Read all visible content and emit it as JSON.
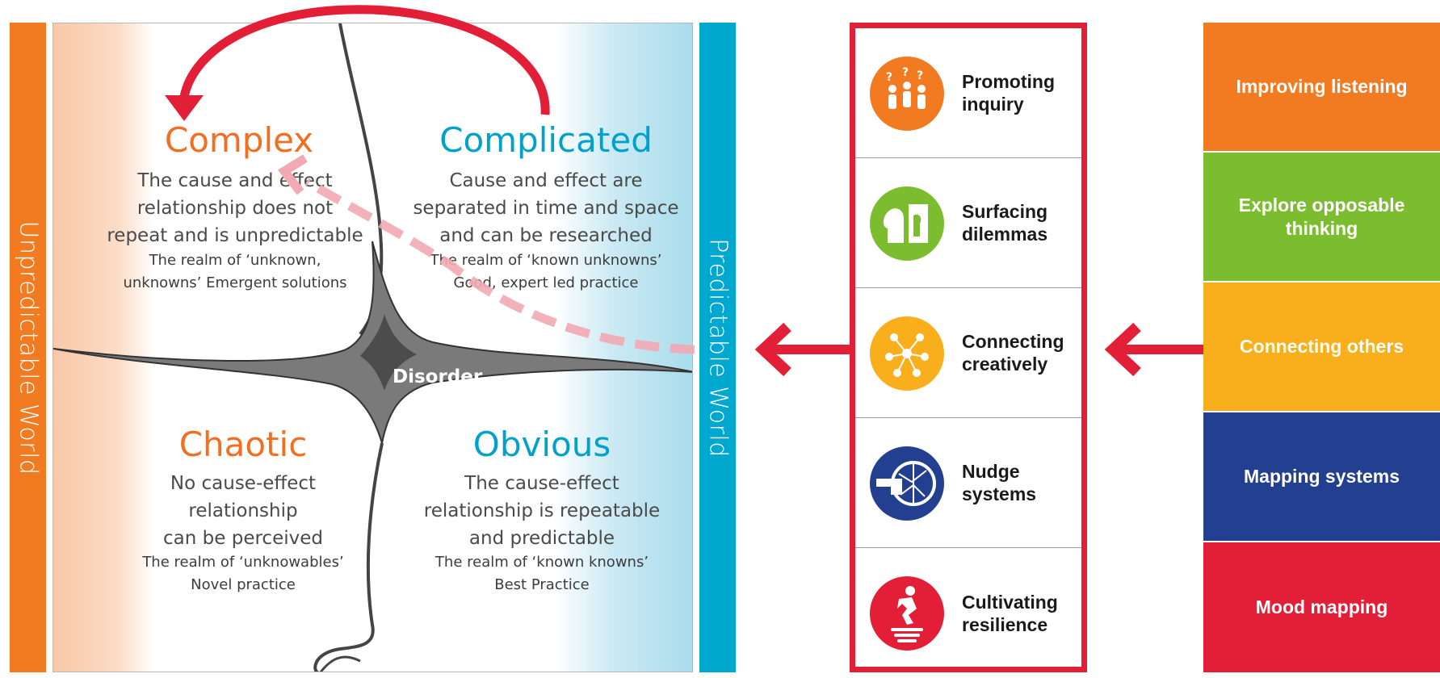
{
  "left_bar": {
    "label": "Unpredictable World",
    "color": "#f27b21"
  },
  "right_bar": {
    "label": "Predictable World",
    "color": "#00a7cf"
  },
  "center": {
    "label": "Disorder"
  },
  "quadrants": {
    "complex": {
      "title": "Complex",
      "body": [
        "The cause and effect",
        "relationship does not",
        "repeat and is unpredictable"
      ],
      "notes": [
        "The realm of ‘unknown,",
        "unknowns’ Emergent solutions"
      ]
    },
    "complicated": {
      "title": "Complicated",
      "body": [
        "Cause and effect are",
        "separated in time and space",
        "and can be researched"
      ],
      "notes": [
        "The realm of ‘known unknowns’",
        "Good, expert led practice"
      ]
    },
    "chaotic": {
      "title": "Chaotic",
      "body": [
        "No cause-effect",
        "relationship",
        "can be perceived"
      ],
      "notes": [
        "The realm of ‘unknowables’",
        "Novel practice"
      ]
    },
    "obvious": {
      "title": "Obvious",
      "body": [
        "The cause-effect",
        "relationship is repeatable",
        "and predictable"
      ],
      "notes": [
        "The realm of ‘known knowns’",
        "Best Practice"
      ]
    }
  },
  "techniques": [
    {
      "line1": "Promoting",
      "line2": "inquiry",
      "icon": "people-questions-icon",
      "color": "#f27b21"
    },
    {
      "line1": "Surfacing",
      "line2": "dilemmas",
      "icon": "faces-door-icon",
      "color": "#7cbd2f"
    },
    {
      "line1": "Connecting",
      "line2": "creatively",
      "icon": "network-people-icon",
      "color": "#f9ae1b"
    },
    {
      "line1": "Nudge",
      "line2": "systems",
      "icon": "hand-web-icon",
      "color": "#233f8f"
    },
    {
      "line1": "Cultivating",
      "line2": "resilience",
      "icon": "jumping-figure-icon",
      "color": "#e21f36"
    }
  ],
  "activities": [
    {
      "label": "Improving listening",
      "color": "#f27b21"
    },
    {
      "label": "Explore opposable thinking",
      "color": "#7cbd2f"
    },
    {
      "label": "Connecting others",
      "color": "#f9ae1b"
    },
    {
      "label": "Mapping systems",
      "color": "#233f8f"
    },
    {
      "label": "Mood mapping",
      "color": "#e21f36"
    }
  ],
  "colors": {
    "arrow": "#e21f36",
    "dashed": "#f2a9b3",
    "orange": "#f26f21",
    "blue": "#00a2cc"
  }
}
